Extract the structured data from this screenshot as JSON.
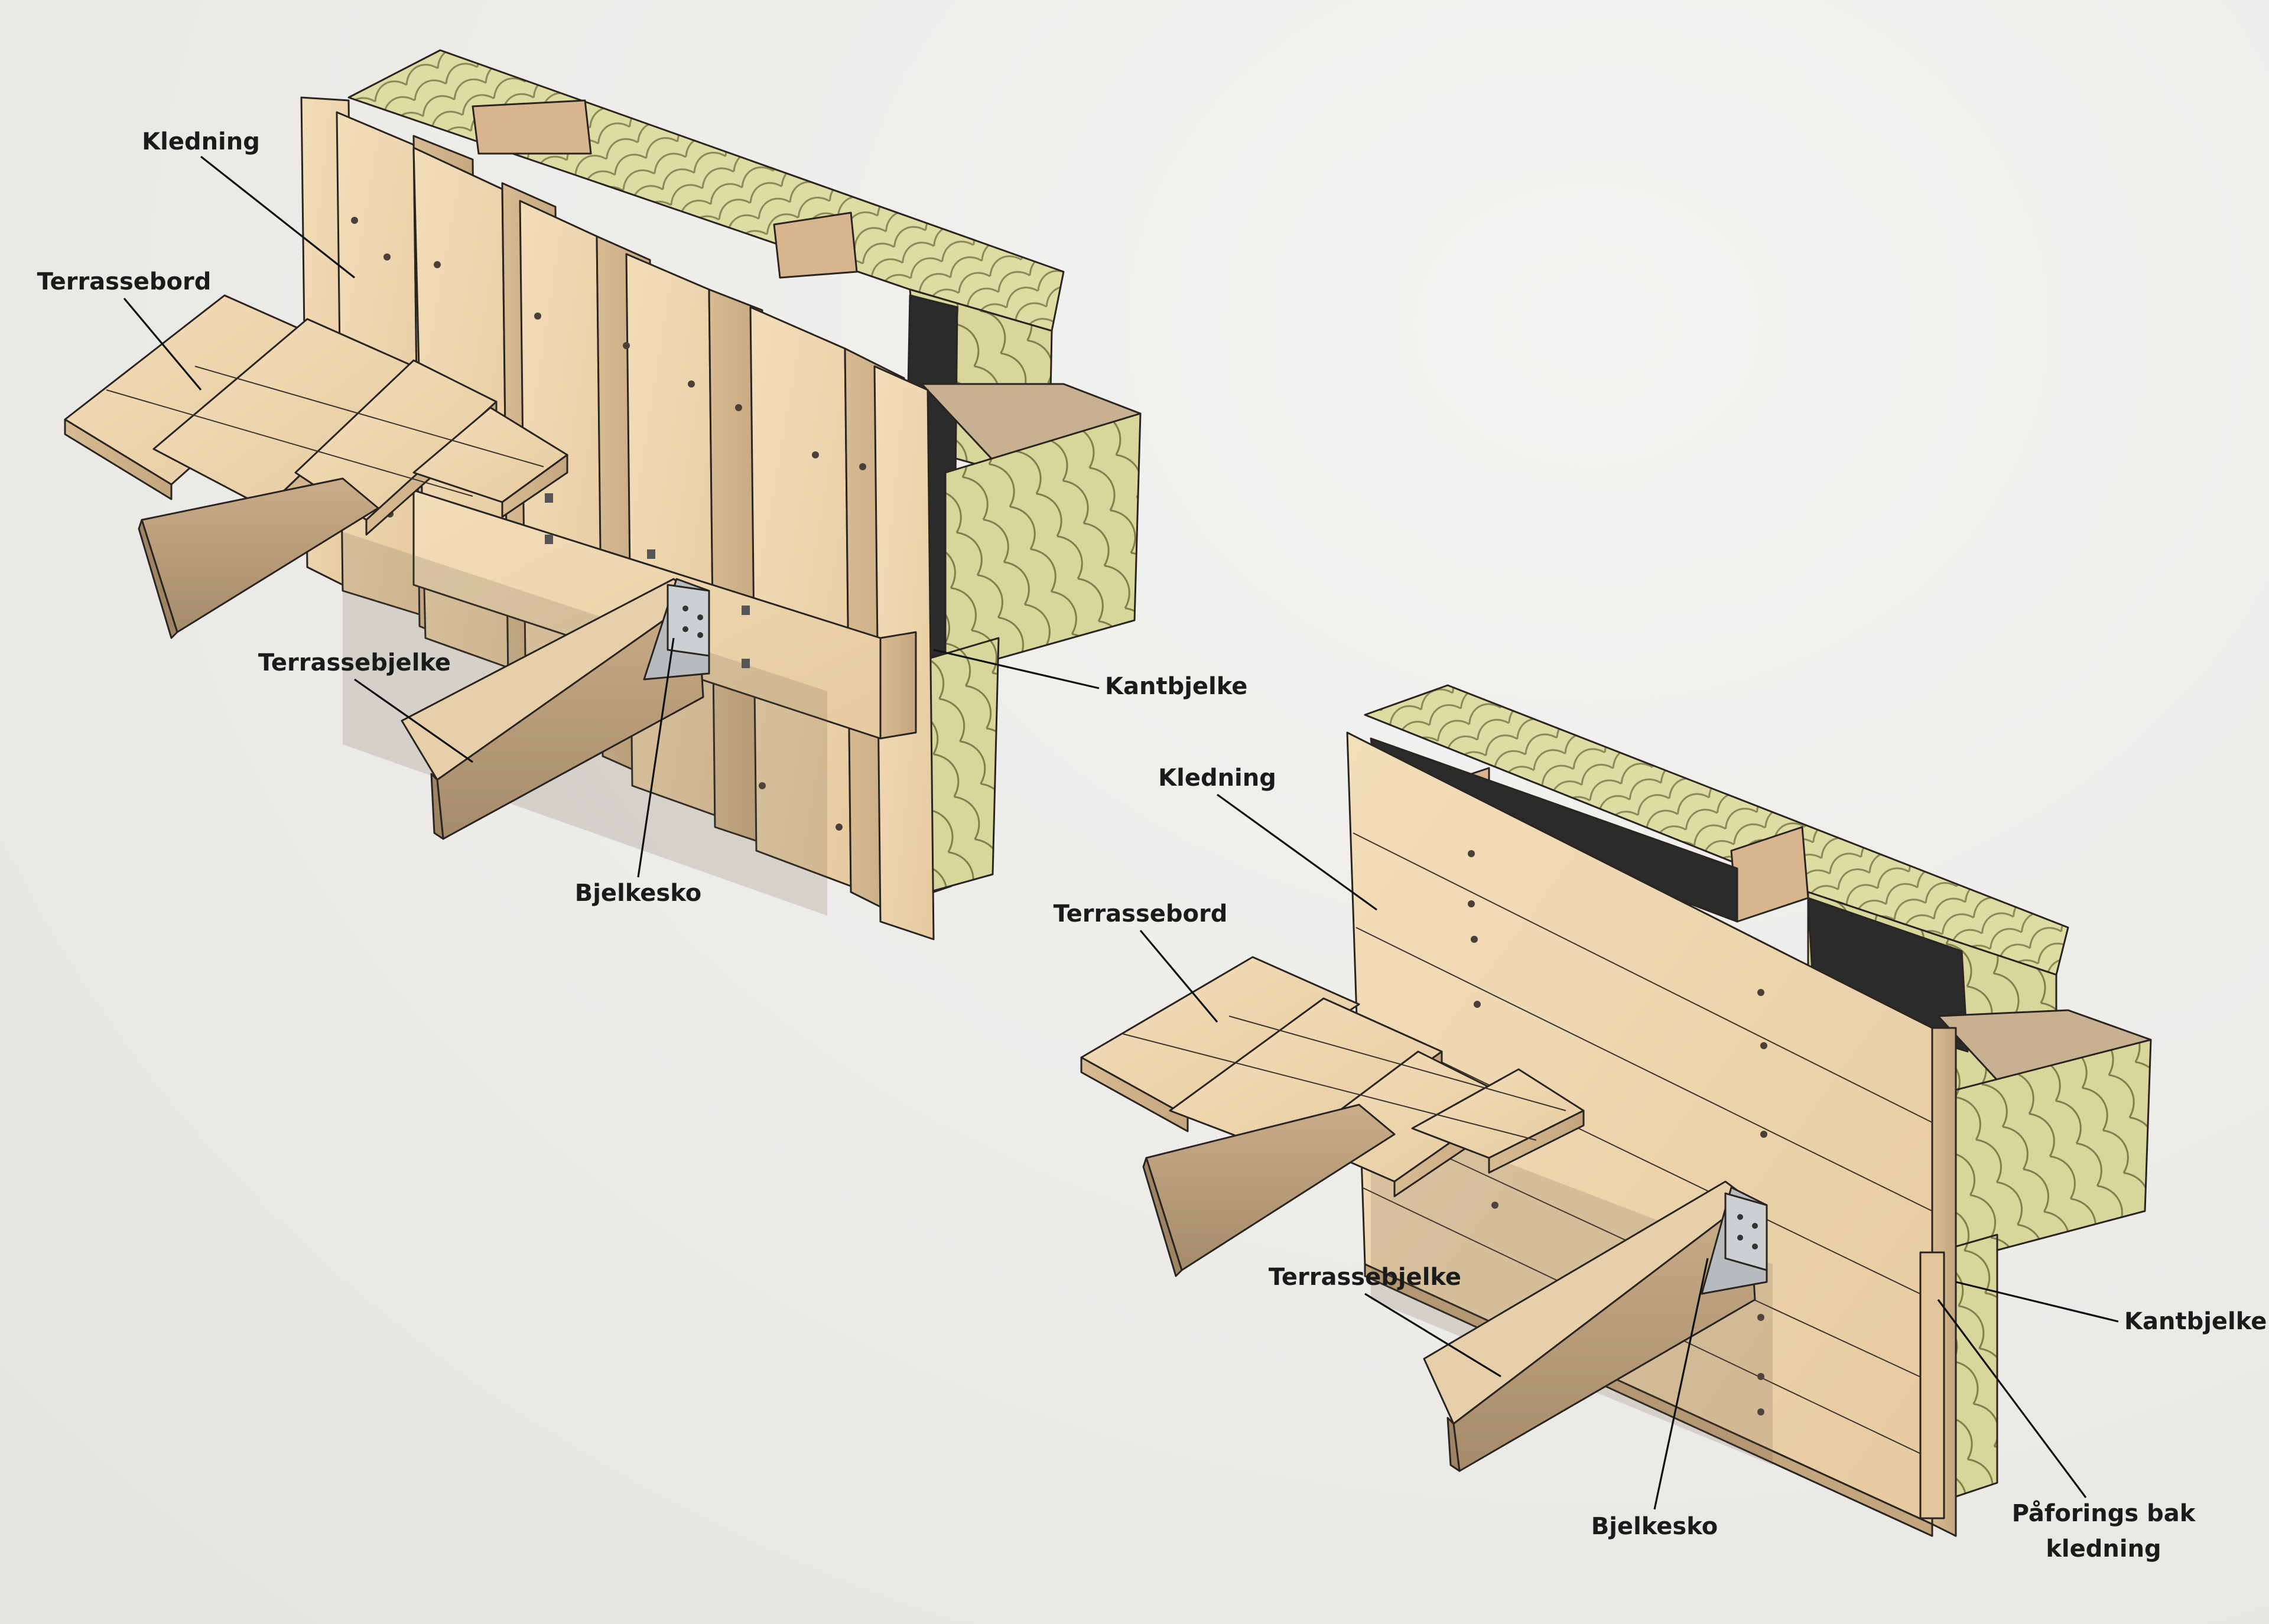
{
  "diagram_left": {
    "labels": {
      "kledning": "Kledning",
      "terrassebord": "Terrassebord",
      "terrassebjelke": "Terrassebjelke",
      "bjelkesko": "Bjelkesko",
      "kantbjelke": "Kantbjelke"
    }
  },
  "diagram_right": {
    "labels": {
      "kledning": "Kledning",
      "terrassebord": "Terrassebord",
      "terrassebjelke": "Terrassebjelke",
      "bjelkesko": "Bjelkesko",
      "kantbjelke": "Kantbjelke",
      "paforing_line1": "Påforings bak",
      "paforing_line2": "kledning"
    }
  },
  "colors": {
    "wood_light": "#f0d9b5",
    "wood_mid": "#e3c59c",
    "wood_dark": "#b79b79",
    "insulation": "#dcdca0",
    "membrane": "#2a2a2a",
    "hanger_steel": "#b9bcbf"
  }
}
